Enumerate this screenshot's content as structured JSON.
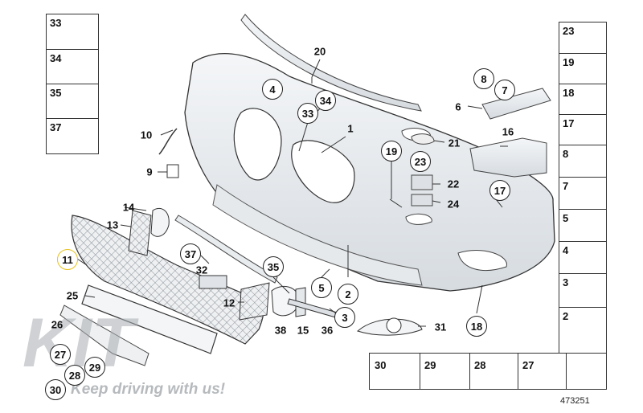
{
  "diagram": {
    "id_number": "473251",
    "watermark": {
      "logo_text": "KIT",
      "tagline": "Keep driving with us!"
    },
    "callouts": {
      "c20": "20",
      "c4": "4",
      "c34": "34",
      "c33": "33",
      "c1": "1",
      "c10": "10",
      "c9": "9",
      "c19": "19",
      "c23": "23",
      "c21": "21",
      "c22": "22",
      "c24": "24",
      "c8": "8",
      "c7": "7",
      "c6": "6",
      "c16": "16",
      "c17": "17",
      "c14": "14",
      "c13": "13",
      "c37": "37",
      "c32": "32",
      "c35": "35",
      "c11": "11",
      "c25": "25",
      "c12": "12",
      "c5": "5",
      "c2": "2",
      "c38": "38",
      "c15": "15",
      "c36": "36",
      "c3": "3",
      "c31": "31",
      "c18": "18",
      "c26": "26",
      "c27": "27",
      "c28": "28",
      "c29": "29",
      "c30": "30"
    },
    "left_box": [
      "33",
      "34",
      "35",
      "37"
    ],
    "right_box": [
      "23",
      "19",
      "18",
      "17",
      "8",
      "7",
      "5",
      "4",
      "3",
      "2"
    ],
    "bottom_box": [
      "30",
      "29",
      "28",
      "27"
    ]
  }
}
